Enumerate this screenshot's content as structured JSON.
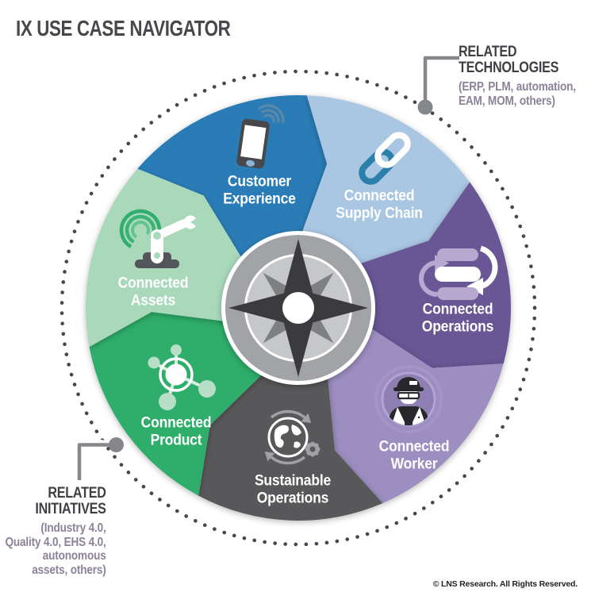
{
  "title": "IX USE CASE NAVIGATOR",
  "copyright": "© LNS Research. All Rights Reserved.",
  "callouts": {
    "technologies": {
      "title_lines": [
        "RELATED",
        "TECHNOLOGIES"
      ],
      "subtitle_lines": [
        "(ERP, PLM, automation,",
        "EAM, MOM, others)"
      ]
    },
    "initiatives": {
      "title_lines": [
        "RELATED",
        "INITIATIVES"
      ],
      "subtitle_lines": [
        "(Industry 4.0,",
        "Quality 4.0, EHS 4.0,",
        "autonomous",
        "assets, others)"
      ]
    }
  },
  "wheel": {
    "center_icon": "compass-rose-icon",
    "segments": [
      {
        "id": "customer-experience",
        "label_lines": [
          "Customer",
          "Experience"
        ],
        "color": "#2a7cb7",
        "icon": "smartphone-wifi-icon"
      },
      {
        "id": "connected-supply-chain",
        "label_lines": [
          "Connected",
          "Supply Chain"
        ],
        "color": "#a9c6e2",
        "icon": "chain-link-icon"
      },
      {
        "id": "connected-operations",
        "label_lines": [
          "Connected",
          "Operations"
        ],
        "color": "#675795",
        "icon": "process-flow-icon"
      },
      {
        "id": "connected-worker",
        "label_lines": [
          "Connected",
          "Worker"
        ],
        "color": "#9c8ec0",
        "icon": "worker-icon"
      },
      {
        "id": "sustainable-operations",
        "label_lines": [
          "Sustainable",
          "Operations"
        ],
        "color": "#58585a",
        "icon": "globe-gear-icon"
      },
      {
        "id": "connected-product",
        "label_lines": [
          "Connected",
          "Product"
        ],
        "color": "#2fae6a",
        "icon": "molecule-icon"
      },
      {
        "id": "connected-assets",
        "label_lines": [
          "Connected",
          "Assets"
        ],
        "color": "#a9d8bb",
        "icon": "robot-arm-icon"
      }
    ]
  },
  "colors": {
    "background": "#ffffff",
    "title_text": "#47484b",
    "callout_title": "#3f4044",
    "callout_subtitle": "#8c8299",
    "dotted_ring": "#494650",
    "connector": "#85878a",
    "segment_label_text": "#ffffff"
  }
}
